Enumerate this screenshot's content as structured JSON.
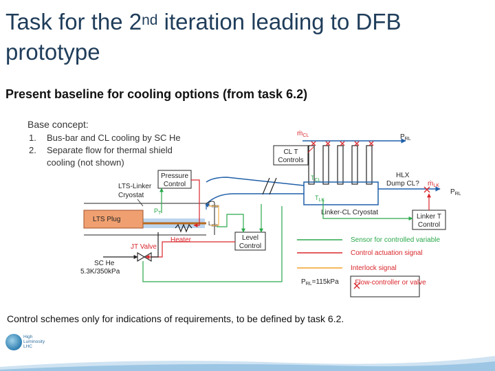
{
  "title": {
    "before": "Task for the 2",
    "sup": "nd",
    "after": " iteration leading to DFB prototype"
  },
  "subtitle": "Present baseline for cooling options (from task 6.2)",
  "base_concept": {
    "heading": "Base concept:",
    "items": [
      {
        "num": "1.",
        "text": "Bus-bar and CL cooling by SC He"
      },
      {
        "num": "2.",
        "text": "Separate flow for thermal shield"
      },
      {
        "num": "",
        "text": "cooling (not shown)"
      }
    ]
  },
  "labels": {
    "m_cl": "ṁ",
    "m_cl_sub": "CL",
    "p_rl": "P",
    "p_rl_sub": "RL",
    "clt_control_1": "CL T",
    "clt_control_2": "Controls",
    "t_cl": "T",
    "t_cl_sub": "CL",
    "t_lk": "T",
    "t_lk_sub": "LK",
    "hlx_1": "HLX",
    "hlx_2": "Dump CL?",
    "m_lk": "ṁ",
    "m_lk_sub": "LK",
    "p_rl2": "P",
    "p_rl2_sub": "RL",
    "pressure_control_1": "Pressure",
    "pressure_control_2": "Control",
    "lts_linker_1": "LTS-Linker",
    "lts_linker_2": "Cryostat",
    "p_t": "P",
    "p_t_sub": "T",
    "lmax": "L",
    "lmax_sub": "max",
    "lmin": "L",
    "lmin_sub": "min",
    "lts_plug": "LTS Plug",
    "heater": "Heater",
    "jt_valve": "JT Valve",
    "sc_he_1": "SC He",
    "sc_he_2": "5.3K/350kPa",
    "level_control_1": "Level",
    "level_control_2": "Control",
    "linker_cl_cryostat": "Linker-CL Cryostat",
    "linker_t_1": "Linker T",
    "linker_t_2": "Control",
    "p_rl_value_p": "P",
    "p_rl_value_sub": "RL",
    "p_rl_value_rest": "=115kPa"
  },
  "legend": [
    {
      "label": "Sensor for controlled variable",
      "color": "#2aa84a"
    },
    {
      "label": "Control actuation signal",
      "color": "#d9262b"
    },
    {
      "label": "Interlock signal",
      "color": "#f2a126"
    },
    {
      "label": "Flow-controller or valve",
      "color": "#d9262b",
      "symbol": "valve"
    }
  ],
  "caption": "Control schemes only for indications of requirements, to be defined by task 6.2.",
  "logo": {
    "line1": "High",
    "line2": "Luminosity",
    "line3": "LHC"
  },
  "colors": {
    "title": "#1f3d5a",
    "blue_line": "#1f5fa8",
    "green": "#2aa84a",
    "red": "#d9262b",
    "orange": "#f2a126"
  }
}
